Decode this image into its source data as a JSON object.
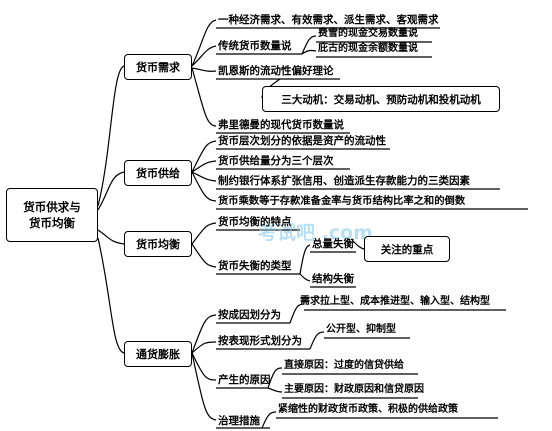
{
  "root": {
    "line1": "货币供求与",
    "line2": "货币均衡"
  },
  "watermark": "考试吧 .com",
  "branches": {
    "demand": {
      "label": "货币需求",
      "i1": "一种经济需求、有效需求、派生需求、客观需求",
      "i2": "传统货币数量说",
      "i2a": "费雪的现金交易数量说",
      "i2b": "庇古的现金余额数量说",
      "i3": "凯恩斯的流动性偏好理论",
      "i3a": "三大动机：交易动机、预防动机和投机动机",
      "i4": "弗里德曼的现代货币数量说"
    },
    "supply": {
      "label": "货币供给",
      "i1": "货币层次划分的依据是资产的流动性",
      "i2": "货币供给量分为三个层次",
      "i3": "制约银行体系扩张信用、创造派生存款能力的三类因素",
      "i4": "货币乘数等于存款准备金率与货币结构比率之和的倒数"
    },
    "equilibrium": {
      "label": "货币均衡",
      "i1": "货币均衡的特点",
      "i2": "货币失衡的类型",
      "i2a": "总量失衡",
      "i2b": "结构失衡",
      "focus": "关注的重点"
    },
    "inflation": {
      "label": "通货膨胀",
      "i1": "按成因划分为",
      "i1a": "需求拉上型、成本推进型、输入型、结构型",
      "i2": "按表现形式划分为",
      "i2a": "公开型、抑制型",
      "i3": "产生的原因",
      "i3a": "直接原因：过度的信贷供给",
      "i3b": "主要原因：财政原因和信贷原因",
      "i4": "治理措施",
      "i4a": "紧缩性的财政货币政策、积极的供给政策"
    }
  }
}
